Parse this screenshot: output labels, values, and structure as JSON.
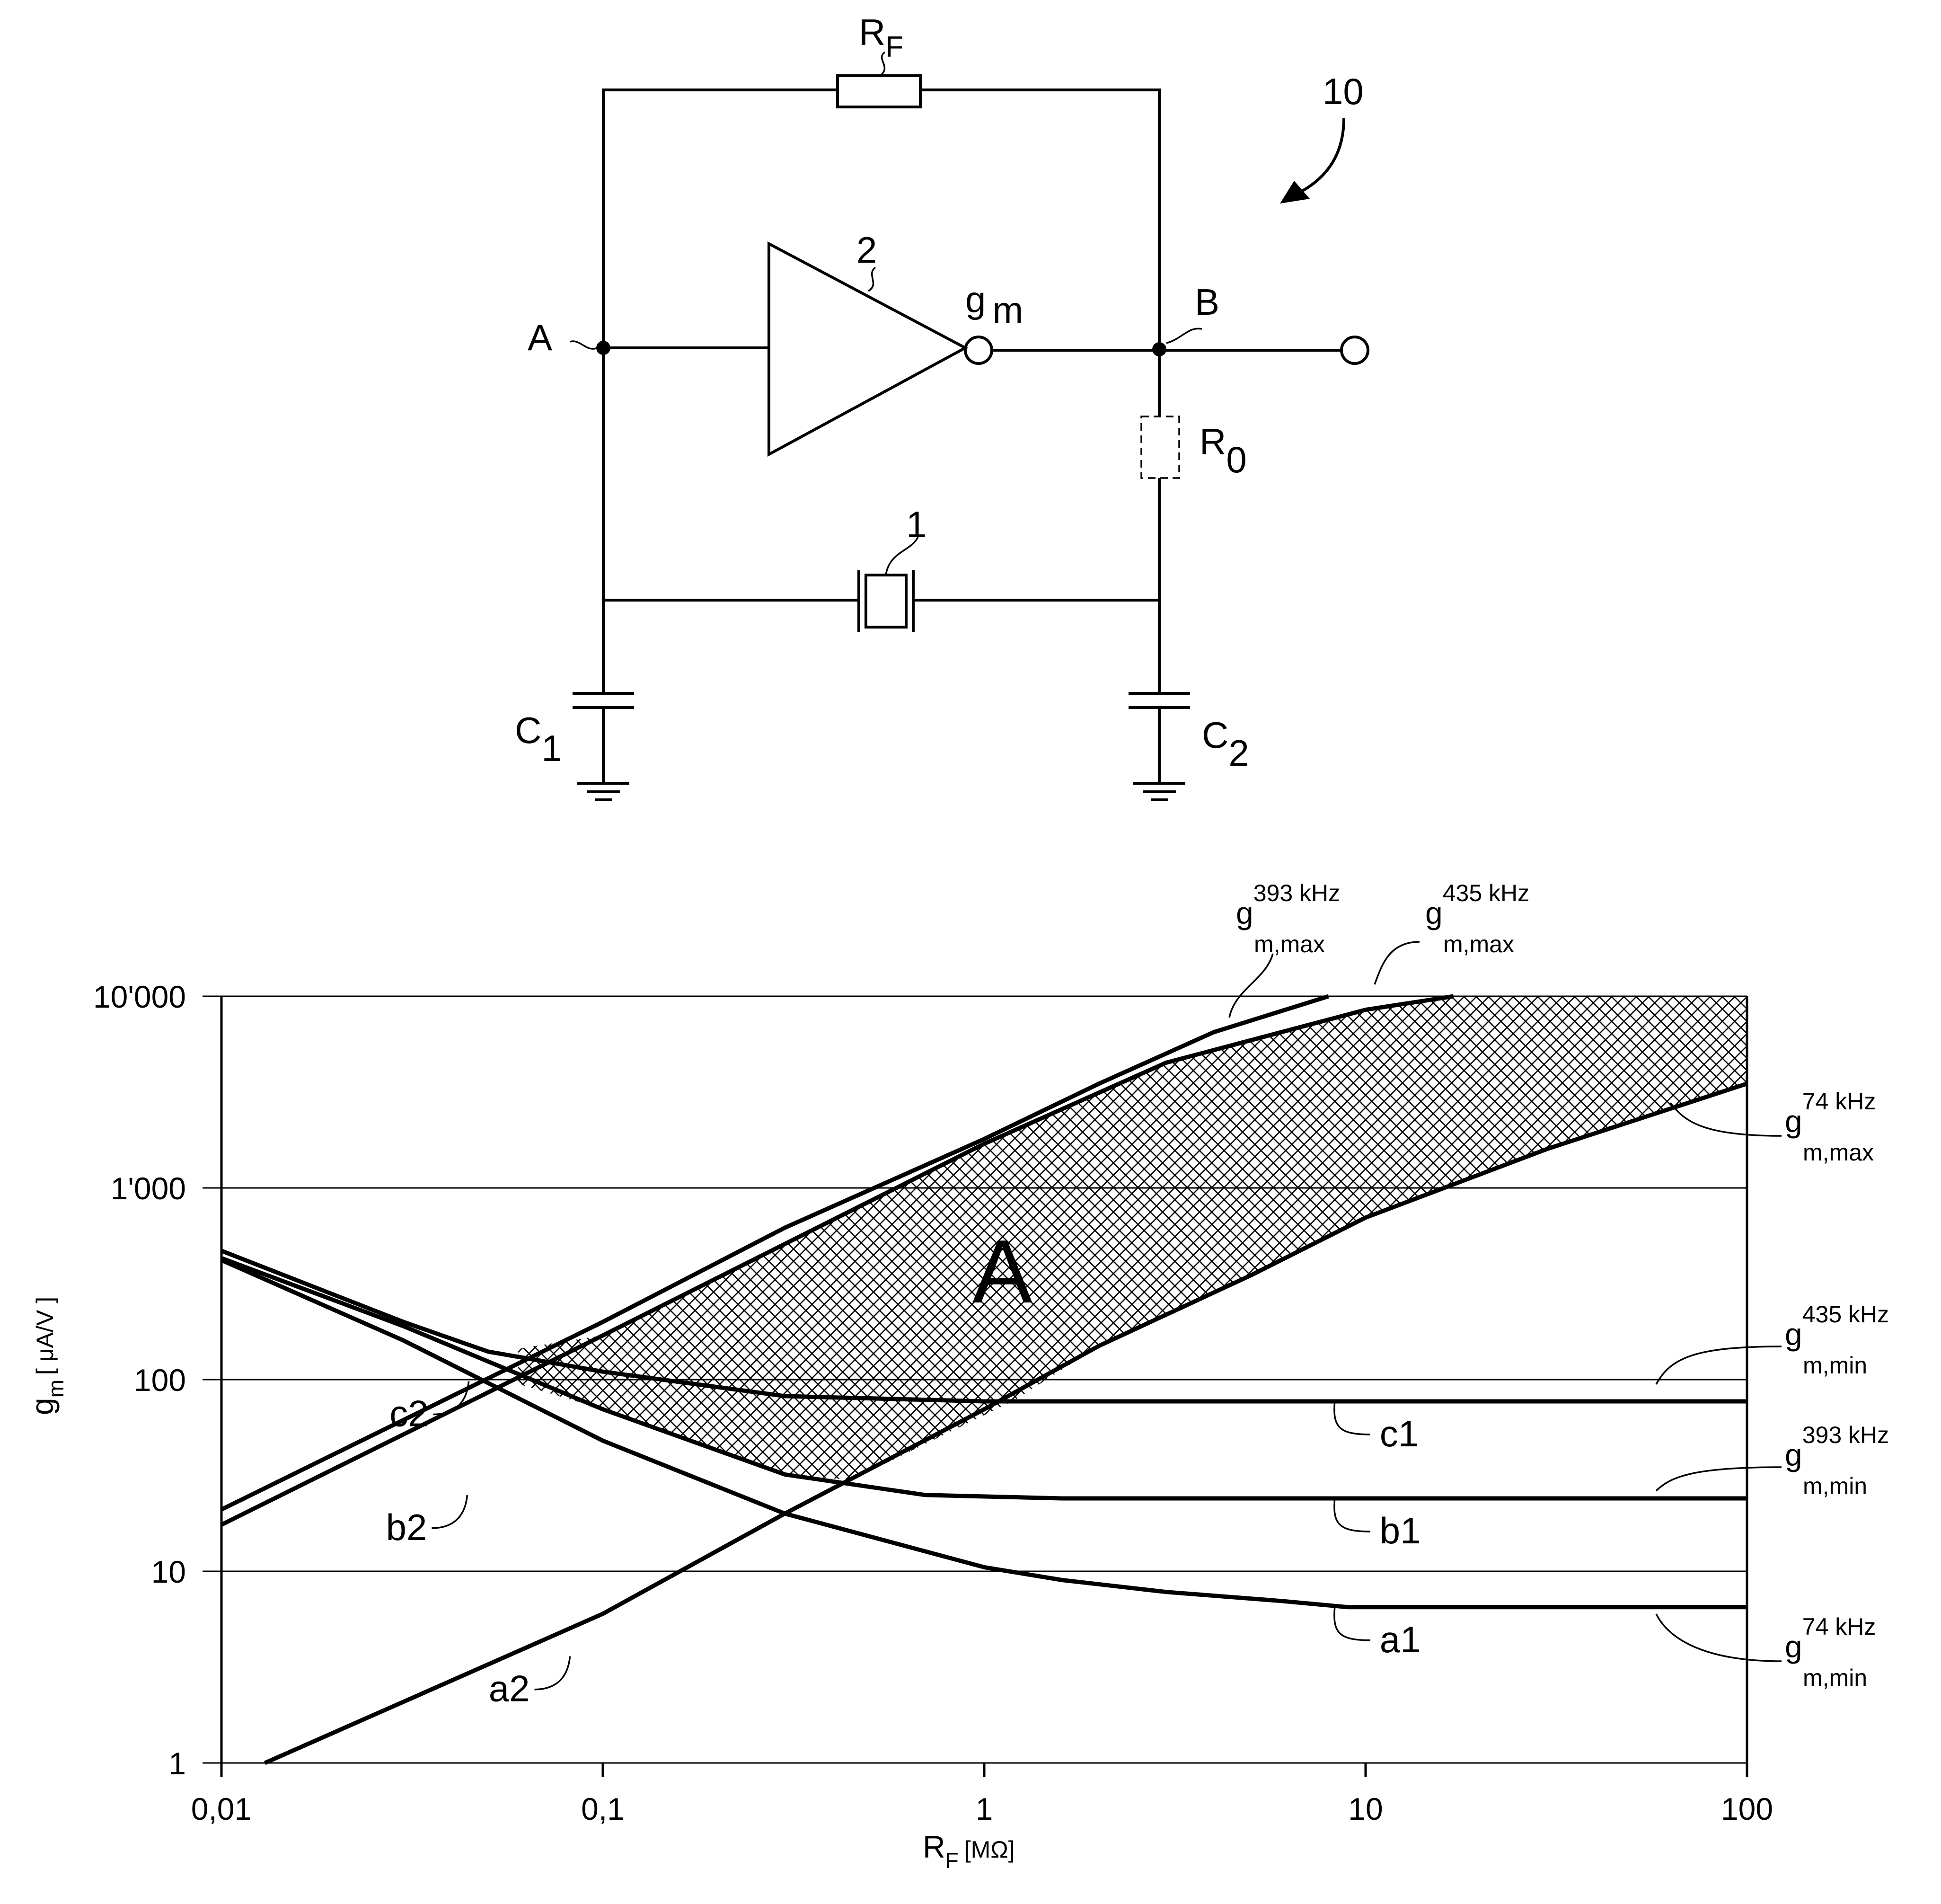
{
  "circuit": {
    "reference_numeral": "10",
    "feedback_resistor": {
      "letter": "R",
      "subscript": "F"
    },
    "amplifier": {
      "numeral": "2",
      "letter": "g",
      "subscript": "m"
    },
    "node_a": "A",
    "node_b": "B",
    "output_resistor": {
      "letter": "R",
      "subscript": "0"
    },
    "crystal_numeral": "1",
    "capacitor_1": {
      "letter": "C",
      "subscript": "1"
    },
    "capacitor_2": {
      "letter": "C",
      "subscript": "2"
    }
  },
  "chart_data": {
    "type": "line",
    "xscale": "log",
    "yscale": "log",
    "xlim": [
      0.01,
      100
    ],
    "ylim": [
      1,
      10000
    ],
    "x_ticks": [
      "0,01",
      "0,1",
      "1",
      "10",
      "100"
    ],
    "y_ticks": [
      "1",
      "10",
      "100",
      "1'000",
      "10'000"
    ],
    "xlabel": {
      "letter": "R",
      "subscript": "F",
      "unit": "[MΩ]"
    },
    "ylabel": {
      "letter": "g",
      "subscript": "m",
      "unit": "[ μA/V ]"
    },
    "region_label": "A",
    "series": [
      {
        "name": "a1",
        "x": [
          0.01,
          0.03,
          0.1,
          0.3,
          1,
          1.6,
          3,
          6,
          9,
          20,
          100
        ],
        "y": [
          420,
          160,
          48,
          20,
          10.5,
          9,
          7.8,
          7,
          6.5,
          6.5,
          6.5
        ]
      },
      {
        "name": "b1",
        "x": [
          0.01,
          0.03,
          0.1,
          0.3,
          0.7,
          1.6,
          3,
          10,
          100
        ],
        "y": [
          430,
          190,
          70,
          32,
          25,
          24,
          24,
          24,
          24
        ]
      },
      {
        "name": "c1",
        "x": [
          0.01,
          0.03,
          0.05,
          0.1,
          0.3,
          1,
          3,
          10,
          100
        ],
        "y": [
          470,
          200,
          140,
          110,
          82,
          77,
          77,
          77,
          77
        ]
      },
      {
        "name": "a2",
        "x": [
          0.013,
          0.1,
          0.3,
          1,
          2,
          5,
          10,
          30,
          100
        ],
        "y": [
          1,
          6,
          20,
          70,
          150,
          350,
          700,
          1600,
          3500
        ]
      },
      {
        "name": "b2",
        "x": [
          0.01,
          0.1,
          1,
          3,
          10,
          17
        ],
        "y": [
          17.5,
          170,
          1700,
          4500,
          8500,
          10000
        ]
      },
      {
        "name": "c2",
        "x": [
          0.01,
          0.1,
          0.3,
          1,
          2,
          4,
          8
        ],
        "y": [
          21,
          200,
          620,
          1800,
          3500,
          6500,
          10000
        ]
      }
    ],
    "hatched_region": {
      "upper_x": [
        0.06,
        0.1,
        0.3,
        1,
        3,
        10,
        17,
        100
      ],
      "upper_y": [
        145,
        170,
        510,
        1700,
        4500,
        8500,
        10000,
        10000
      ],
      "lower_x": [
        100,
        30,
        10,
        5,
        2,
        1.2,
        0.45,
        0.3,
        0.1,
        0.06
      ],
      "lower_y": [
        3500,
        1600,
        700,
        350,
        150,
        78,
        30,
        32,
        70,
        95
      ]
    },
    "annotations": [
      {
        "text": "c2",
        "side": "left",
        "x": 0.0445,
        "y": 98
      },
      {
        "text": "b2",
        "side": "left",
        "x": 0.0441,
        "y": 25
      },
      {
        "text": "a2",
        "side": "left",
        "x": 0.082,
        "y": 3.6
      },
      {
        "text": "c1",
        "side": "right",
        "x": 8.3,
        "y": 77
      },
      {
        "text": "b1",
        "side": "right",
        "x": 8.3,
        "y": 24
      },
      {
        "text": "a1",
        "side": "right",
        "x": 8.3,
        "y": 6.5
      }
    ],
    "curve_labels": [
      {
        "id": "g393max",
        "base": "g",
        "sup": "393 kHz",
        "sub": "m,max"
      },
      {
        "id": "g435max",
        "base": "g",
        "sup": "435 kHz",
        "sub": "m,max"
      },
      {
        "id": "g74max",
        "base": "g",
        "sup": "74 kHz",
        "sub": "m,max"
      },
      {
        "id": "g435min",
        "base": "g",
        "sup": "435 kHz",
        "sub": "m,min"
      },
      {
        "id": "g393min",
        "base": "g",
        "sup": "393 kHz",
        "sub": "m,min"
      },
      {
        "id": "g74min",
        "base": "g",
        "sup": "74 kHz",
        "sub": "m,min"
      }
    ]
  }
}
